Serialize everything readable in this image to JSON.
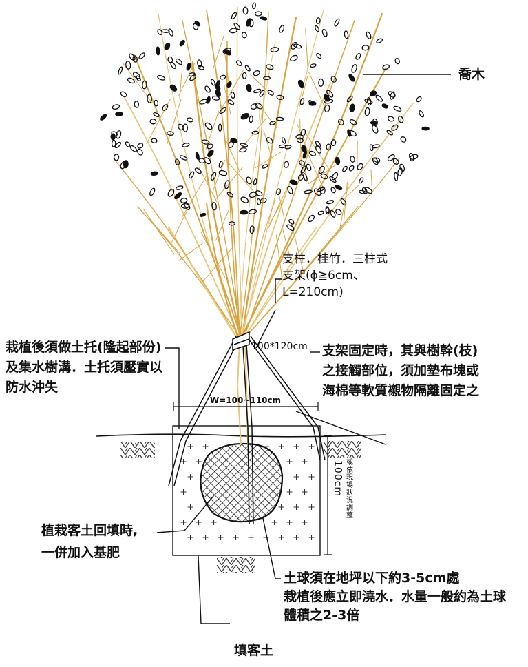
{
  "labels": {
    "tree": "喬木",
    "support_1": "支柱．桂竹．三柱式",
    "support_2": "支架(ϕ≧6cm、",
    "support_3": "L=210cm)",
    "support_size": "100*120cm",
    "fix_1": "支架固定時，其與樹幹(枝)",
    "fix_2": "之接觸部位，須加墊布塊或",
    "fix_3": "海棉等軟質襯物隔離固定之",
    "mound_1": "栽植後須做土托(隆起部份)",
    "mound_2": "及集水樹溝．土托須壓實以",
    "mound_3": "防水沖失",
    "pit_width": "W=100~110cm",
    "depth": "100cm",
    "depth_note": "或依現場狀況調整",
    "backfill_1": "植栽客土回填時,",
    "backfill_2": "一併加入基肥",
    "ball_1": "土球須在地坪以下約3-5cm處",
    "ball_2": "栽植後應立即澆水．水量一般約為土球",
    "ball_3": "體積之2-3倍",
    "soil": "填客土"
  },
  "colors": {
    "branch": "#d9a441",
    "trunk": "#e8c77a",
    "line": "#111111"
  }
}
